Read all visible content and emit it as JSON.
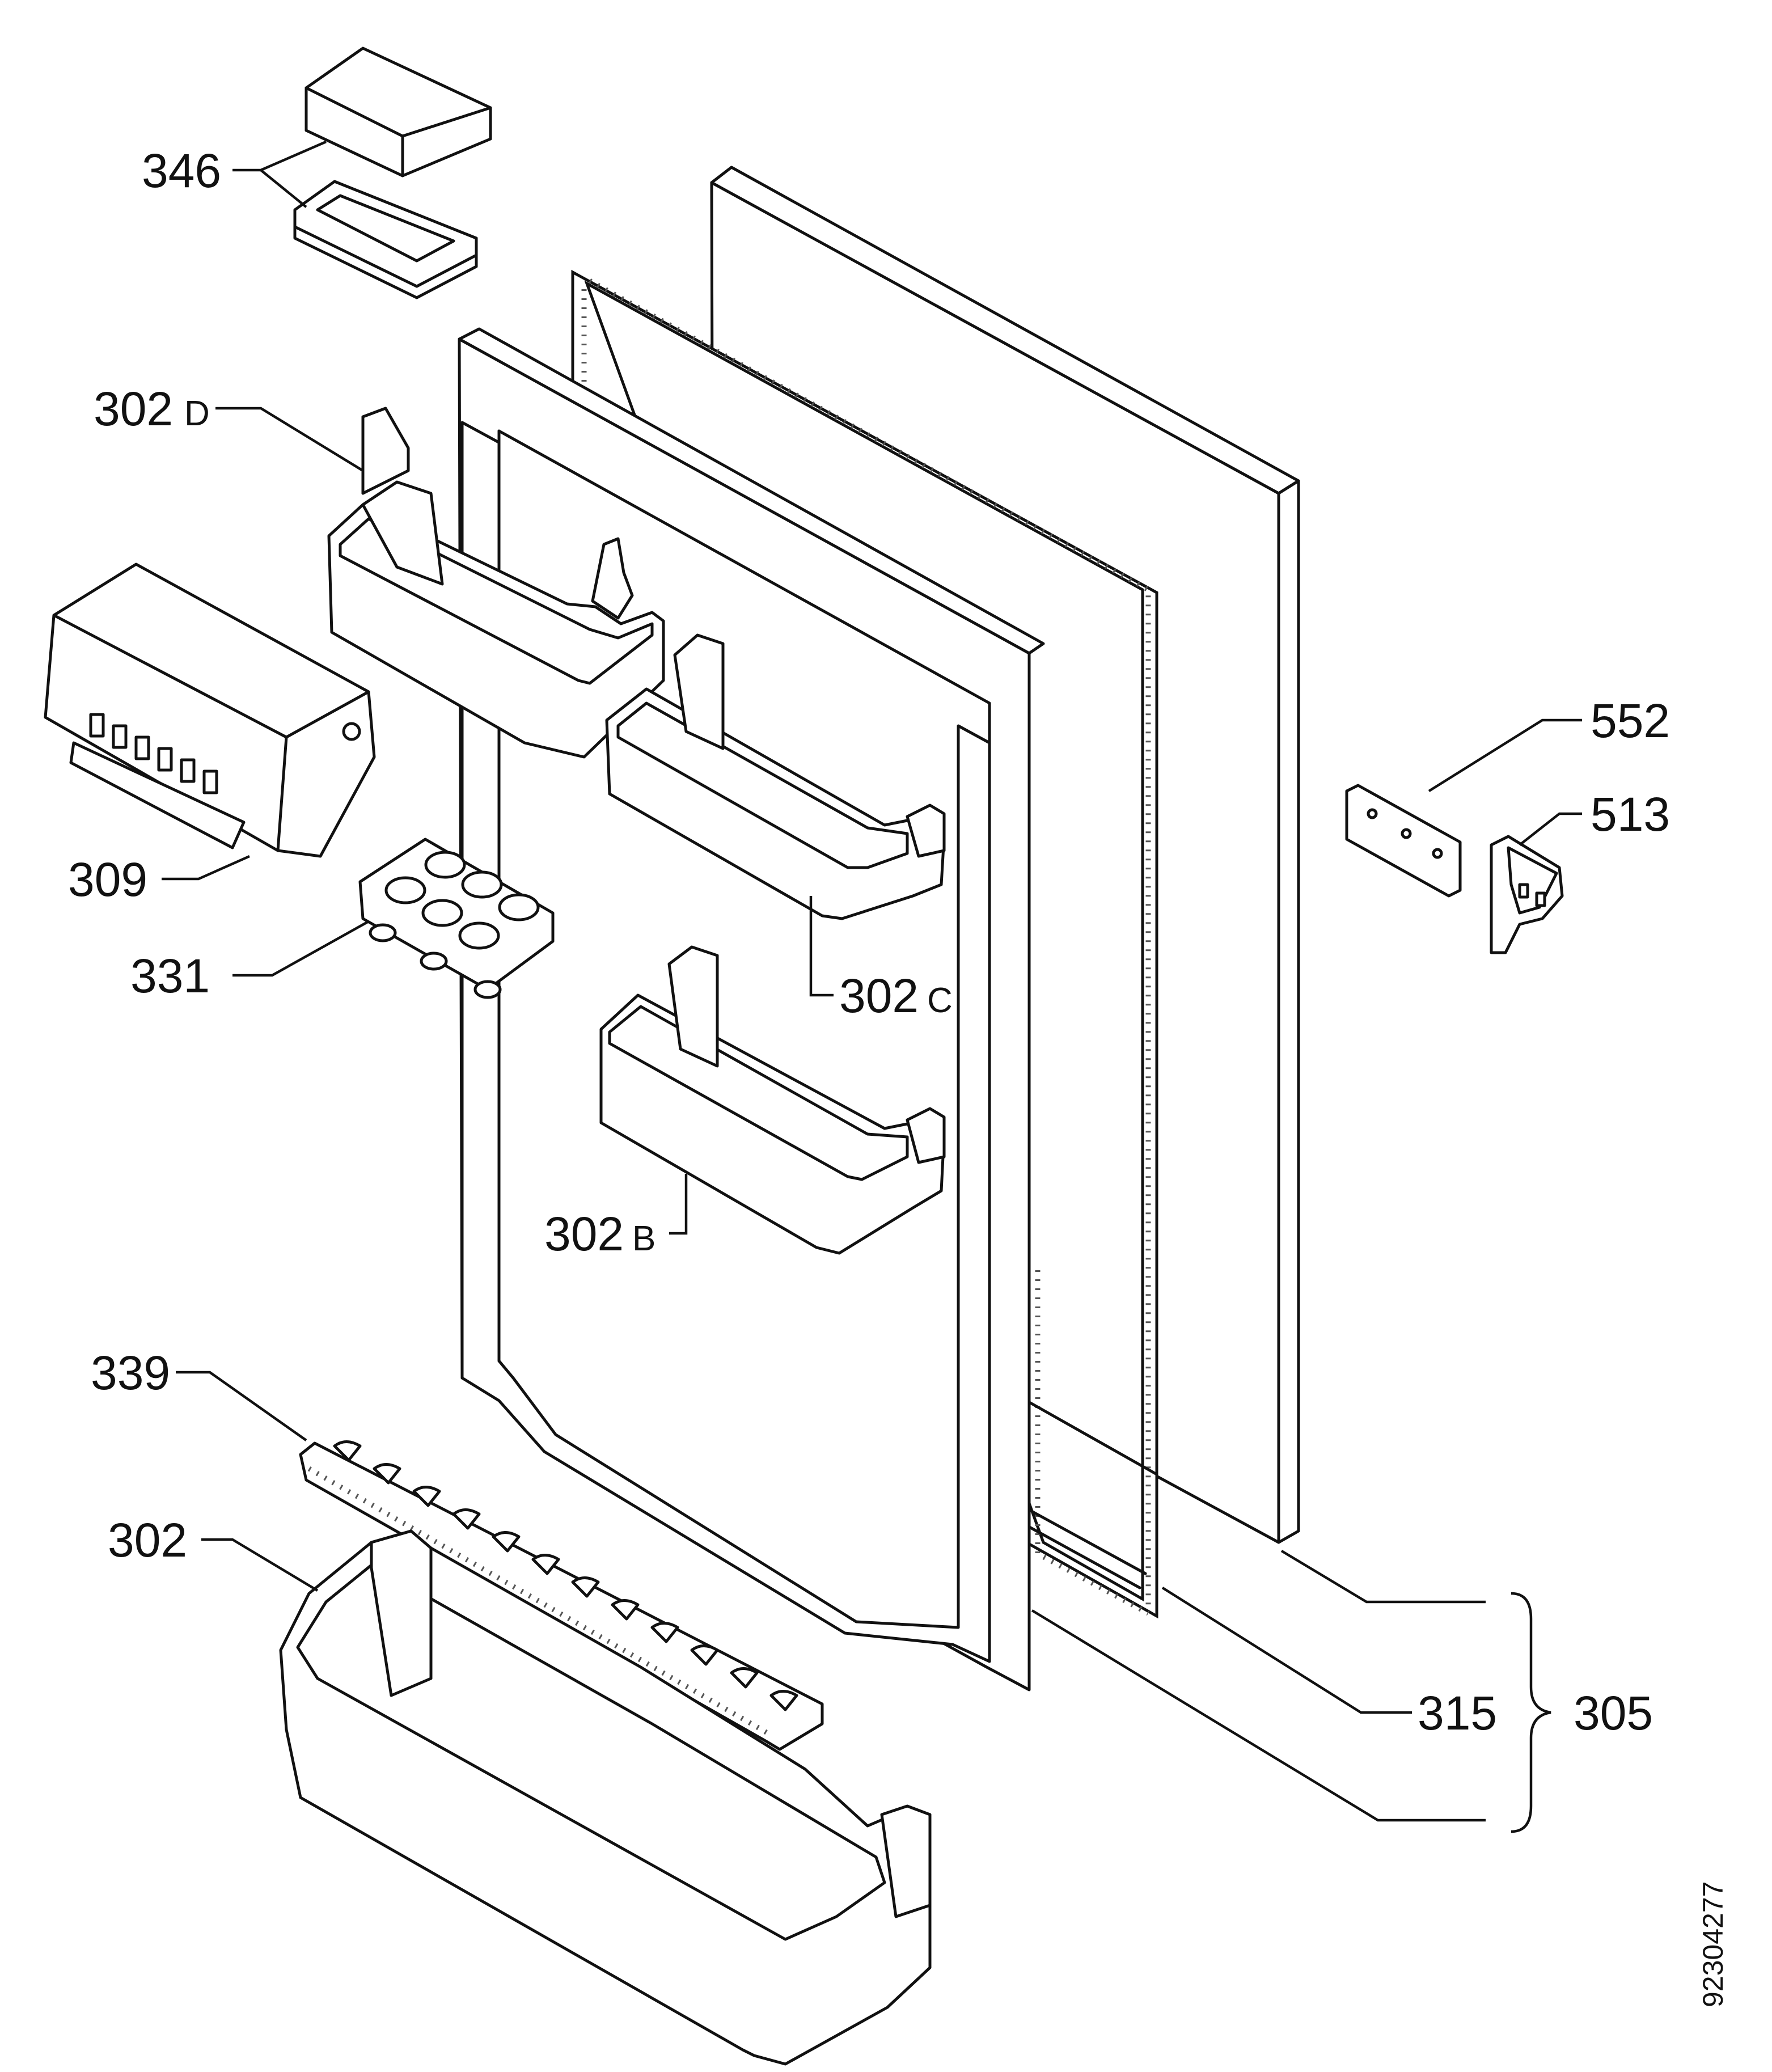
{
  "labels": {
    "p346": "346",
    "p302d_num": "302",
    "p302d_suffix": "D",
    "p309": "309",
    "p331": "331",
    "p302c_num": "302",
    "p302c_suffix": "C",
    "p302b_num": "302",
    "p302b_suffix": "B",
    "p339": "339",
    "p302": "302",
    "p552": "552",
    "p513": "513",
    "p315": "315",
    "p305": "305"
  },
  "doc_id": "92304277"
}
